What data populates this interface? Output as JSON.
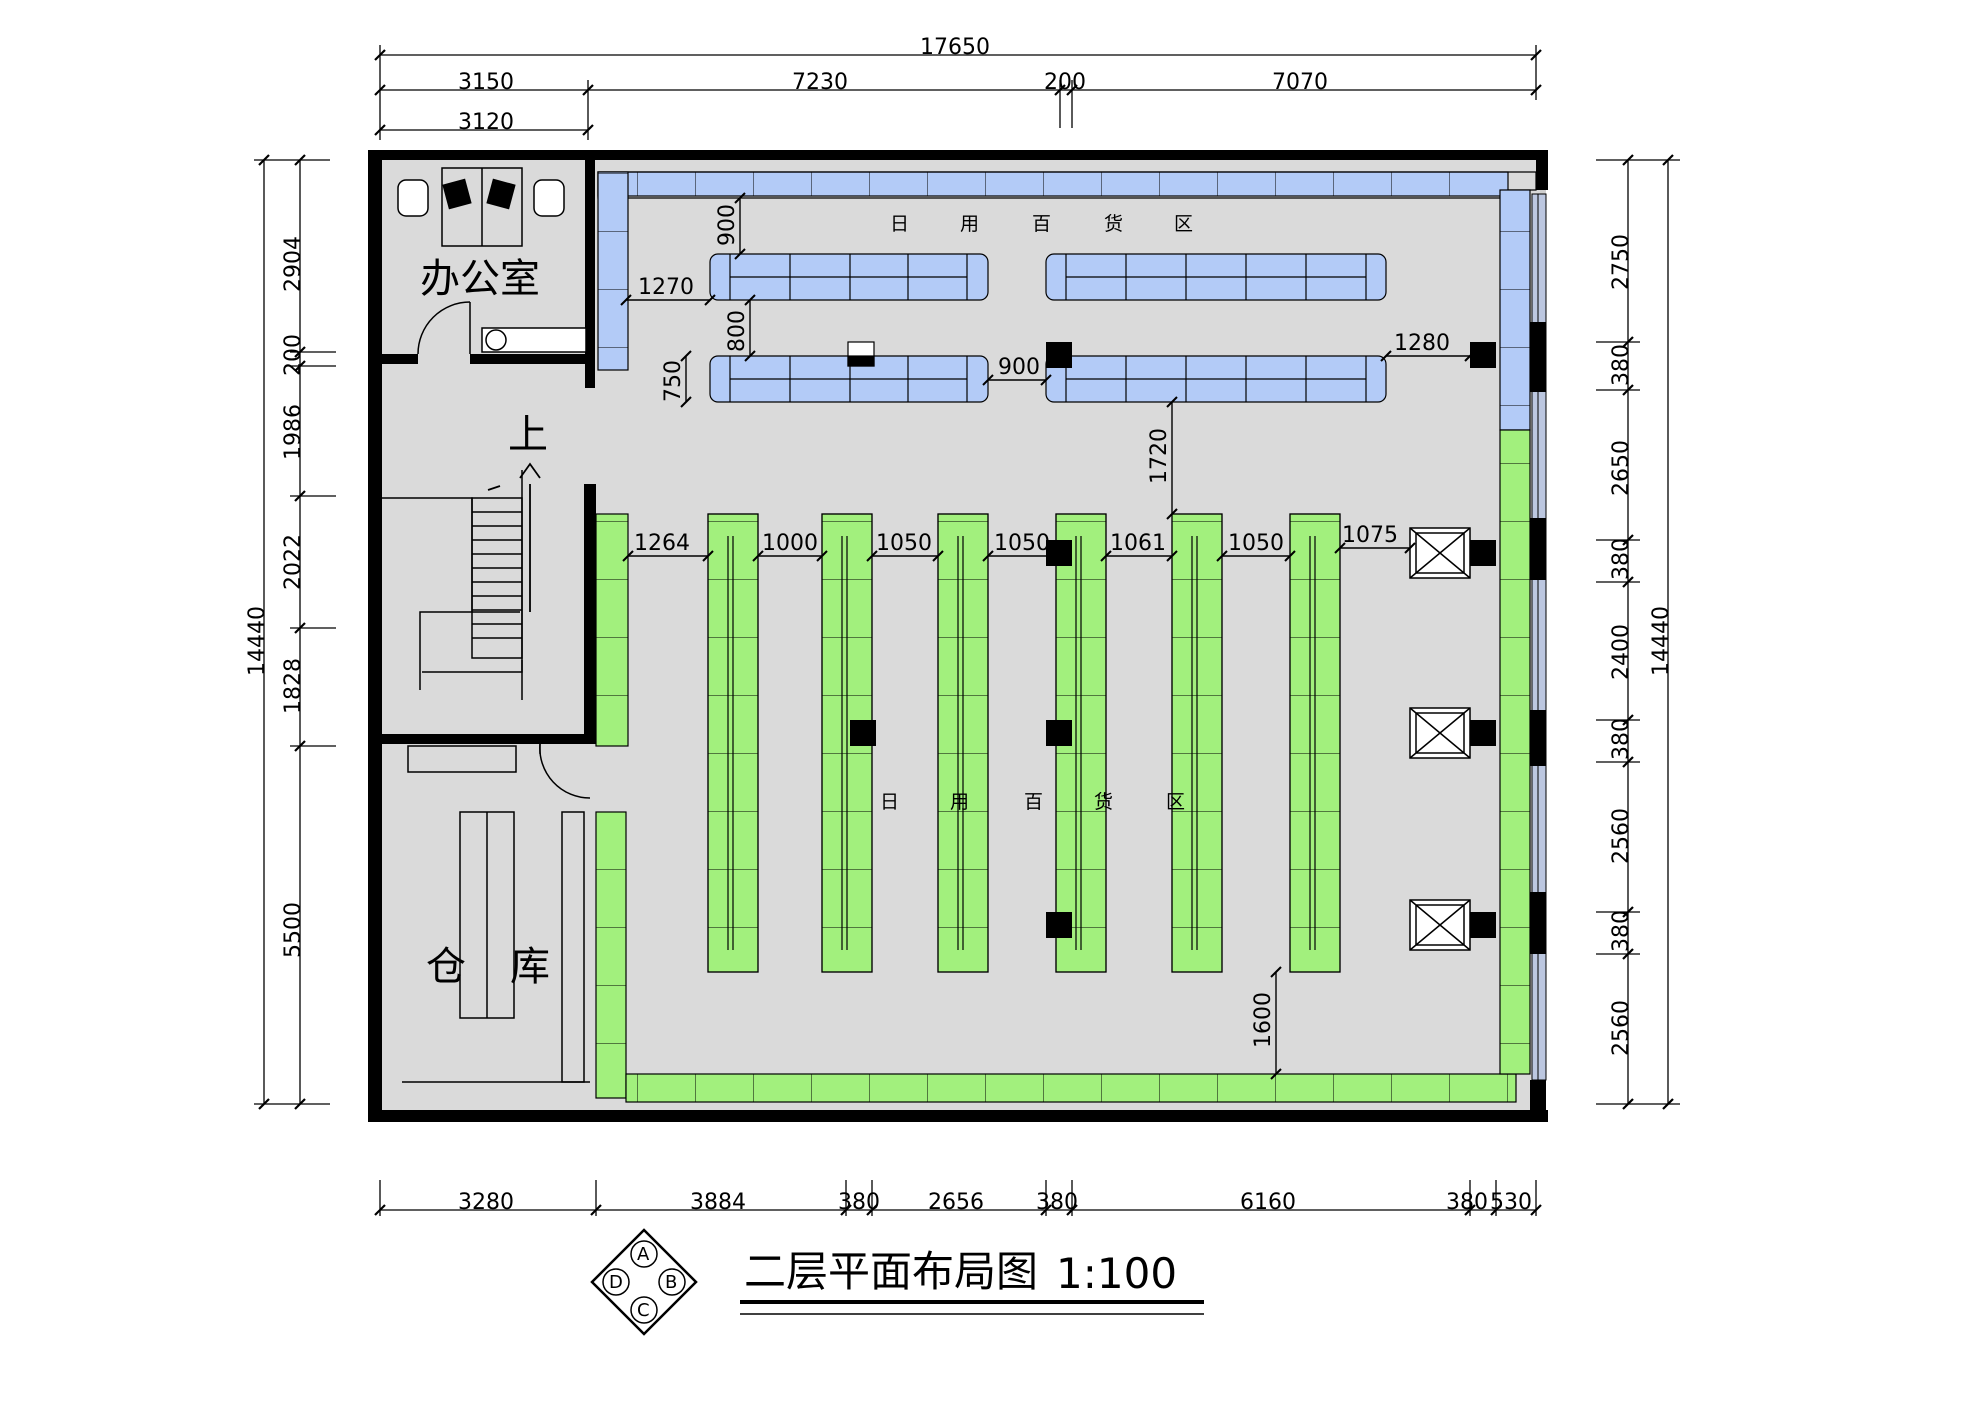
{
  "title": "二层平面布局图",
  "scale": "1:100",
  "rooms": {
    "office": "办公室",
    "warehouse_left": "仓",
    "warehouse_right": "库",
    "stair_up": "上"
  },
  "zone_chars": [
    "日",
    "用",
    "百",
    "货",
    "区"
  ],
  "dims": {
    "top_total": "17650",
    "top_segments": [
      "3150",
      "7230",
      "200",
      "7070"
    ],
    "top_office": "3120",
    "left_total": "14440",
    "left_segments": [
      "2904",
      "200",
      "1986",
      "2022",
      "1828",
      "5500"
    ],
    "right_total": "14440",
    "right_segments": [
      "2750",
      "380",
      "2650",
      "380",
      "2400",
      "380",
      "2560",
      "380",
      "2560"
    ],
    "bottom_segments": [
      "3280",
      "3884",
      "380",
      "2656",
      "380",
      "6160",
      "380",
      "530"
    ],
    "interior": {
      "d900_top": "900",
      "d1270": "1270",
      "d800": "800",
      "d750": "750",
      "d900_mid": "900",
      "d1280": "1280",
      "d1720": "1720",
      "d1264": "1264",
      "d1000": "1000",
      "d1050_a": "1050",
      "d1050_b": "1050",
      "d1061": "1061",
      "d1050_c": "1050",
      "d1075": "1075",
      "d1600": "1600"
    }
  },
  "axis_labels": [
    "A",
    "B",
    "C",
    "D"
  ],
  "colors": {
    "blue_shelf": "#b3cbf7",
    "green_shelf": "#a2f07d",
    "floor": "#dadada",
    "wall": "#000000",
    "window": "#bcc7e0"
  }
}
